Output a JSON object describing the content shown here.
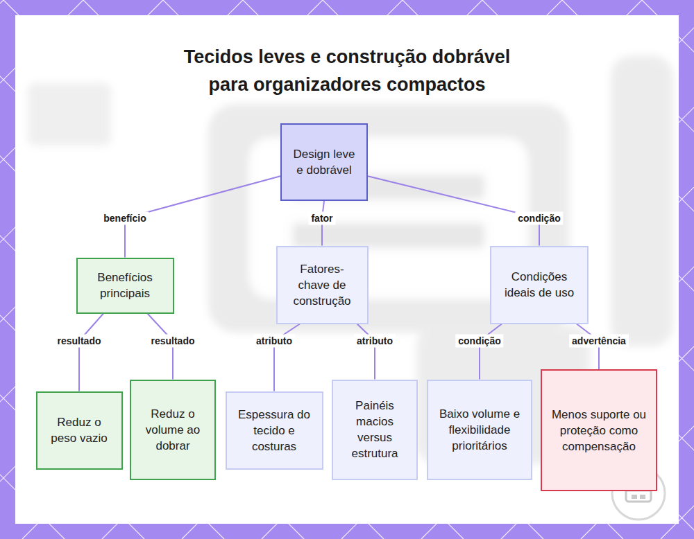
{
  "diagram": {
    "title": "Tecidos leves e construção dobrável para organizadores compactos",
    "nodes": [
      {
        "text": [
          "Design leve e dobrável"
        ]
      },
      {
        "text": [
          "Benefícios principais"
        ]
      },
      {
        "text": [
          "Fatores-chave de construção"
        ]
      },
      {
        "text": [
          "Condições ideais de uso"
        ]
      },
      {
        "text": [
          "Reduz o peso vazio"
        ]
      },
      {
        "text": [
          "Reduz o volume ao dobrar"
        ]
      },
      {
        "text": [
          "Espessura do tecido e costuras"
        ]
      },
      {
        "text": [
          "Painéis macios versus estrutura"
        ]
      },
      {
        "text": [
          "Baixo volume e flexibilidade prioritários"
        ]
      },
      {
        "text": [
          "Menos suporte ou proteção como compensação"
        ]
      }
    ],
    "edges": [
      {
        "from": 0,
        "to": 1,
        "label": "benefício",
        "arrow": "none"
      },
      {
        "from": 0,
        "to": 2,
        "label": "fator",
        "arrow": "none"
      },
      {
        "from": 0,
        "to": 3,
        "label": "condição",
        "arrow": "none"
      },
      {
        "from": 1,
        "to": 4,
        "label": "resultado",
        "arrow": "none"
      },
      {
        "from": 1,
        "to": 5,
        "label": "resultado",
        "arrow": "none"
      },
      {
        "from": 2,
        "to": 6,
        "label": "atributo",
        "arrow": "none"
      },
      {
        "from": 2,
        "to": 7,
        "label": "atributo",
        "arrow": "none"
      },
      {
        "from": 3,
        "to": 8,
        "label": "condição",
        "arrow": "none"
      },
      {
        "from": 3,
        "to": 9,
        "label": "advertência",
        "arrow": "none"
      }
    ]
  }
}
